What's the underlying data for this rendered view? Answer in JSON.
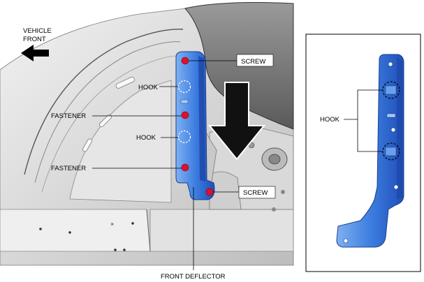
{
  "direction_indicator": {
    "line1": "VEHICLE",
    "line2": "FRONT"
  },
  "labels": {
    "screw_top": "SCREW",
    "hook_upper": "HOOK",
    "fastener_upper": "FASTENER",
    "hook_lower": "HOOK",
    "fastener_lower": "FASTENER",
    "screw_bottom": "SCREW",
    "front_deflector": "FRONT DEFLECTOR",
    "hook_detail": "HOOK"
  },
  "colors": {
    "part_blue": "#2f6fd6",
    "part_light": "#8fb8f0",
    "fastener_red": "#e0102a",
    "body_gray": "#d6d6d6",
    "dark_gray": "#4a4a4a",
    "line": "#000000"
  }
}
